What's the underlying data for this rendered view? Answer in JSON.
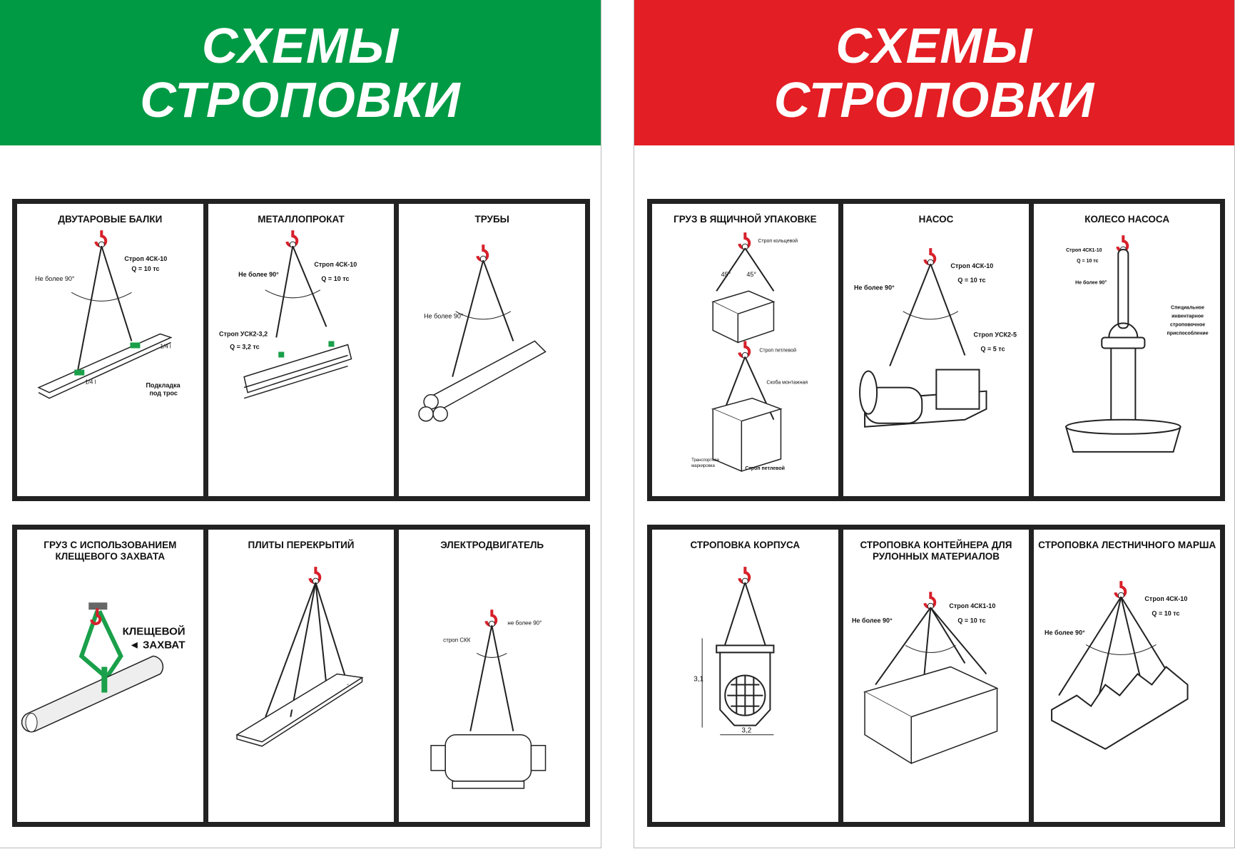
{
  "left_poster": {
    "title_line1": "СХЕМЫ",
    "title_line2": "СТРОПОВКИ",
    "header_color": "#009a44",
    "panels": [
      {
        "title": "ДВУТАРОВЫЕ БАЛКИ",
        "labels": [
          "Строп 4СК-10",
          "Q = 10 тс",
          "Не более 90°",
          "Подкладка",
          "под трос",
          "1/4 l",
          "1/4 l"
        ]
      },
      {
        "title": "МЕТАЛЛОПРОКАТ",
        "labels": [
          "Не более 90°",
          "Строп 4СК-10",
          "Q = 10 тс",
          "Строп УСК2-3,2",
          "Q = 3,2 тс"
        ]
      },
      {
        "title": "ТРУБЫ",
        "labels": [
          "Не более 90°"
        ]
      },
      {
        "title": "ГРУЗ С ИСПОЛЬЗОВАНИЕМ КЛЕЩЕВОГО ЗАХВАТА",
        "labels": [
          "КЛЕЩЕВОЙ",
          "◄ ЗАХВАТ"
        ]
      },
      {
        "title": "ПЛИТЫ ПЕРЕКРЫТИЙ",
        "labels": []
      },
      {
        "title": "ЭЛЕКТРОДВИГАТЕЛЬ",
        "labels": [
          "строп СКК",
          "не более 90°"
        ]
      }
    ]
  },
  "right_poster": {
    "title_line1": "СХЕМЫ",
    "title_line2": "СТРОПОВКИ",
    "header_color": "#e31e24",
    "panels": [
      {
        "title": "ГРУЗ В ЯЩИЧНОЙ УПАКОВКЕ",
        "labels": [
          "Строп кольцевой",
          "45°",
          "45°",
          "Строп петлевой",
          "Скоба монтажная",
          "Транспортная",
          "маркировка",
          "Строп петлевой"
        ]
      },
      {
        "title": "НАСОС",
        "labels": [
          "Строп 4СК-10",
          "Q = 10 тс",
          "Не более 90°",
          "Строп УСК2-5",
          "Q = 5 тс"
        ]
      },
      {
        "title": "КОЛЕСО НАСОСА",
        "labels": [
          "Строп 4СК1-10",
          "Q = 10 тс",
          "Не более 90°",
          "Специальное",
          "инвентарное",
          "строповочное",
          "приспособление"
        ]
      },
      {
        "title": "СТРОПОВКА КОРПУСА",
        "labels": [
          "3,1",
          "3,2"
        ]
      },
      {
        "title": "СТРОПОВКА КОНТЕЙНЕРА ДЛЯ РУЛОННЫХ МАТЕРИАЛОВ",
        "labels": [
          "Строп 4СК1-10",
          "Q = 10 тс",
          "Не более 90°"
        ]
      },
      {
        "title": "СТРОПОВКА ЛЕСТНИЧНОГО МАРША",
        "labels": [
          "Строп 4СК-10",
          "Q = 10 тс",
          "Не более 90°"
        ]
      }
    ]
  },
  "colors": {
    "hook": "#d7202a",
    "grip": "#1aa04a",
    "frame": "#222222"
  }
}
